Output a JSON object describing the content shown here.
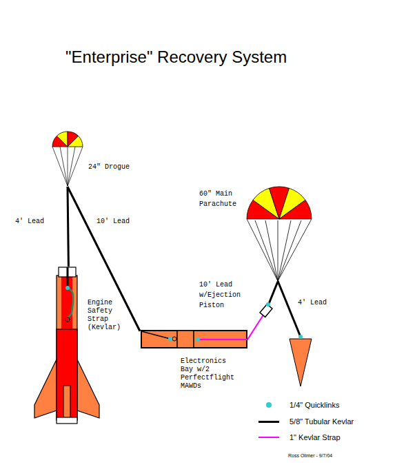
{
  "diagram": {
    "title": "\"Enterprise\" Recovery System",
    "nodes": [
      {
        "text": [
          "24\" Drogue"
        ]
      },
      {
        "text": [
          "Engine Safety Strap (Kevlar)"
        ]
      },
      {
        "text": [
          "Electronics Bay w/2 Perfectflight MAWDs"
        ]
      },
      {
        "text": [
          "60\" Main Parachute"
        ]
      }
    ],
    "edges": [
      {
        "from": 0,
        "to": 1,
        "label": "4' Lead",
        "arrow": "none"
      },
      {
        "from": 0,
        "to": 2,
        "label": "10' Lead",
        "arrow": "none"
      },
      {
        "from": 2,
        "to": 3,
        "label": "10' Lead w/Ejection Piston",
        "arrow": "none"
      }
    ],
    "labels": [
      "4' Lead",
      "Ross Olimer - 9/7/04"
    ],
    "legend": [
      {
        "text": "1/4\" Quicklinks",
        "color": "#33cccc"
      },
      {
        "text": "5/8\" Tubular Kevlar"
      },
      {
        "text": "1\" Kevlar Strap"
      }
    ]
  }
}
